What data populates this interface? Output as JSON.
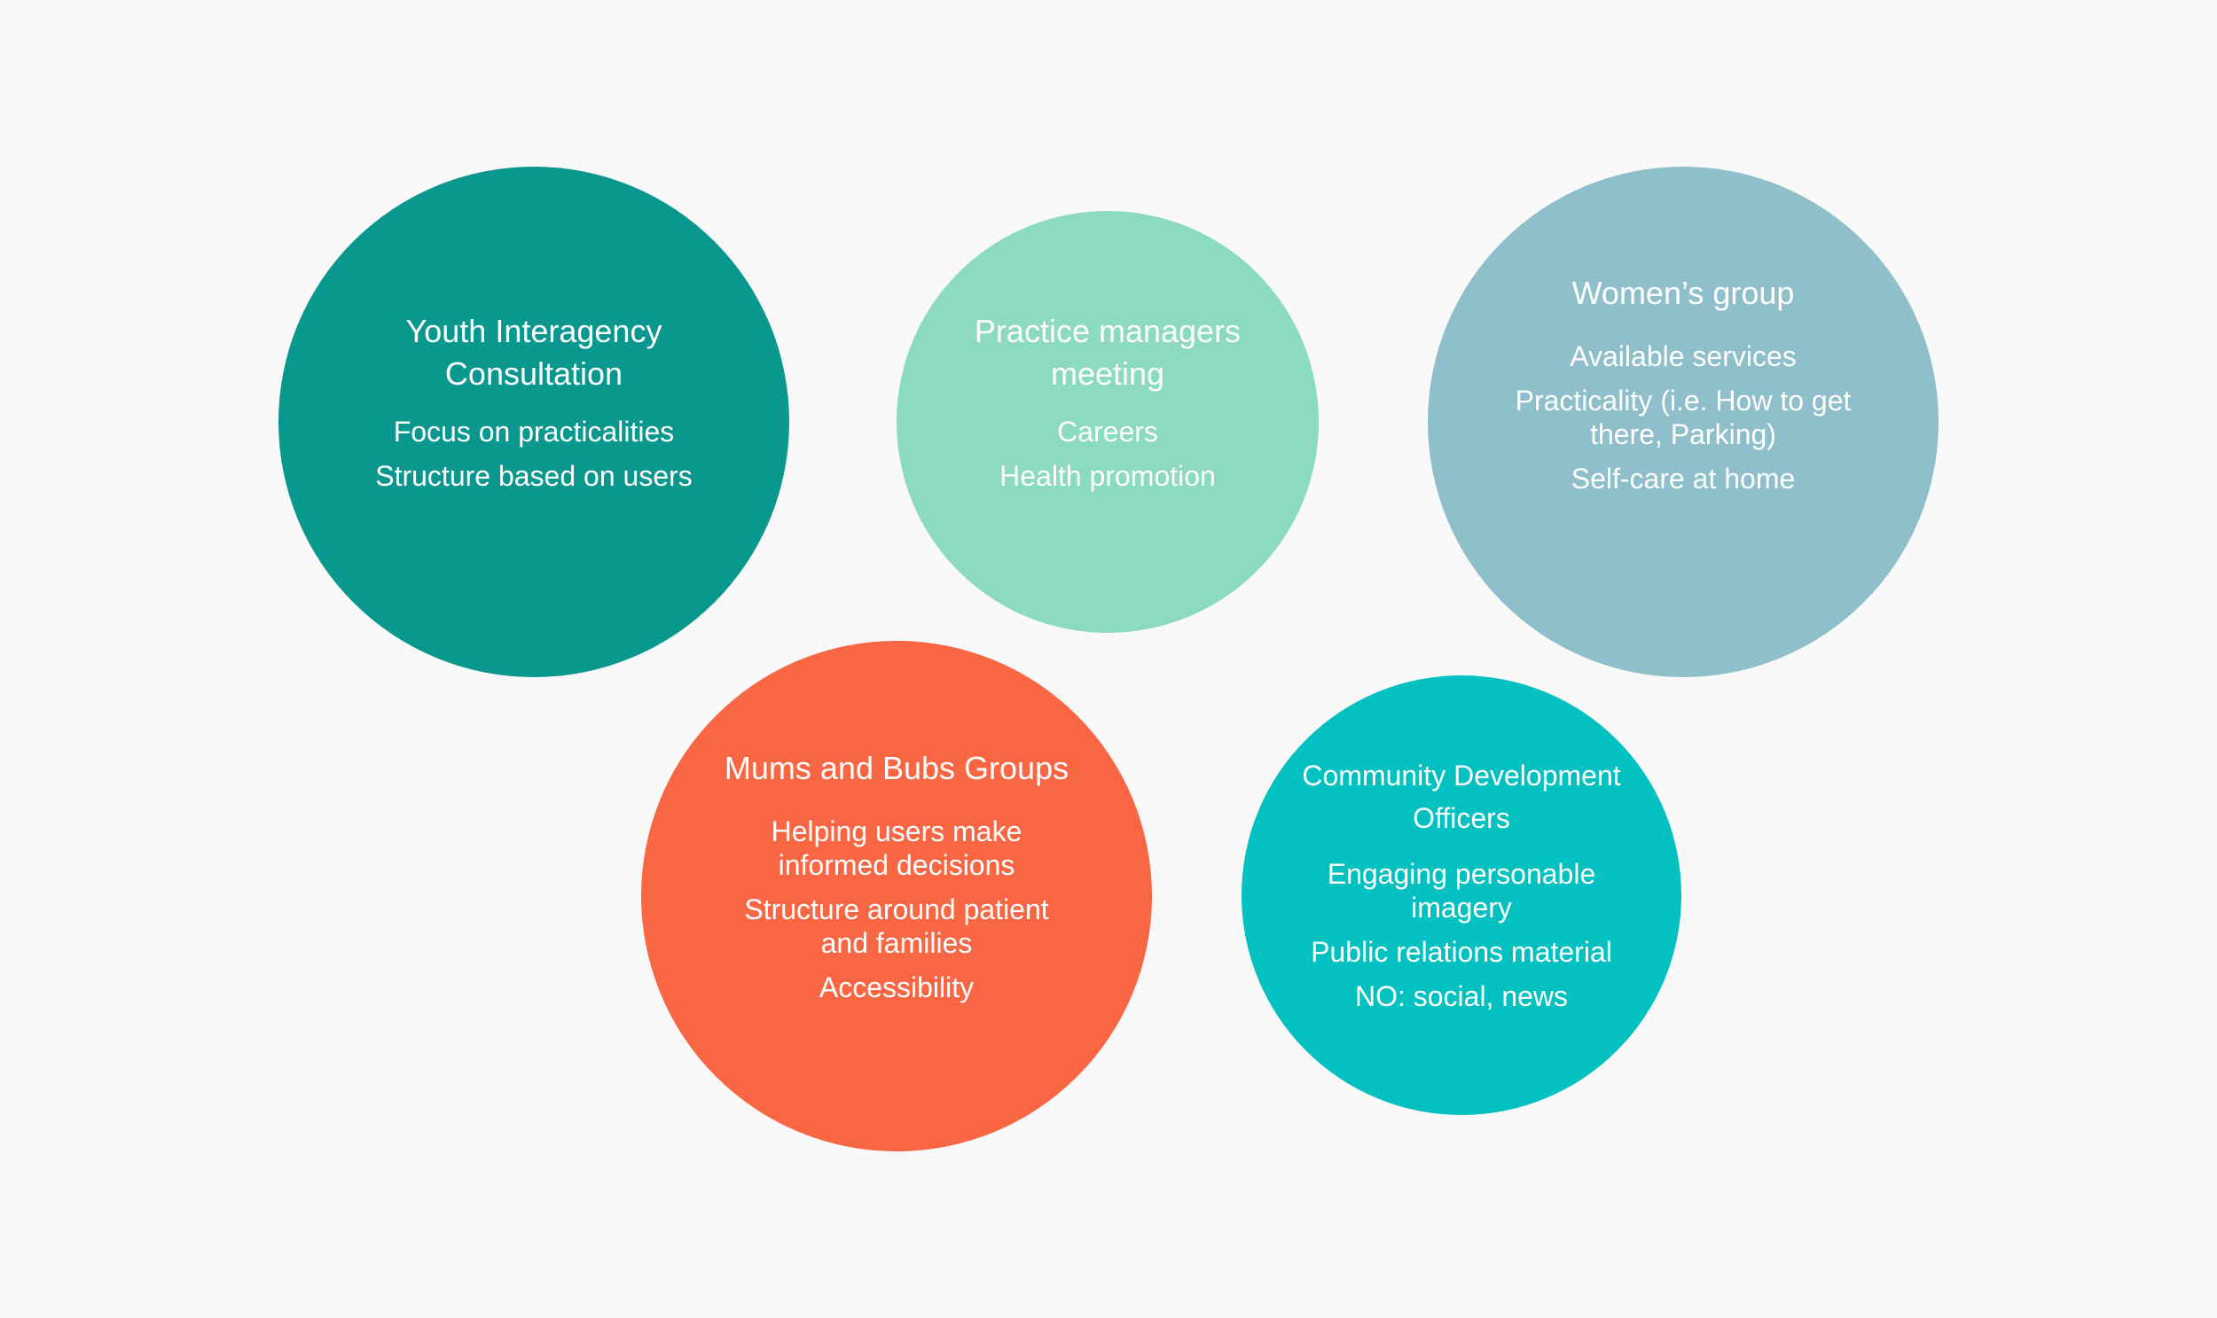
{
  "colors": {
    "background": "#f9f9f9",
    "text": "#ffffff"
  },
  "circles": [
    {
      "id": "youth",
      "color": "#0a988e",
      "title": "Youth Interagency Consultation",
      "items": [
        "Focus on practicalities",
        "Structure based on users"
      ]
    },
    {
      "id": "practice",
      "color": "#8cdac0",
      "title": "Practice managers meeting",
      "items": [
        "Careers",
        "Health promotion"
      ]
    },
    {
      "id": "women",
      "color": "#8ebfcb",
      "title": "Women’s group",
      "items": [
        "Available services",
        "Practicality (i.e. How to get there, Parking)",
        "Self-care at home"
      ]
    },
    {
      "id": "mums",
      "color": "#f86643",
      "title": "Mums and Bubs Groups",
      "items": [
        "Helping users make informed decisions",
        "Structure around patient and families",
        "Accessibility"
      ]
    },
    {
      "id": "community",
      "color": "#03c1c1",
      "title": "Community Development Officers",
      "items": [
        "Engaging personable imagery",
        "Public relations material",
        "NO: social, news"
      ]
    }
  ]
}
